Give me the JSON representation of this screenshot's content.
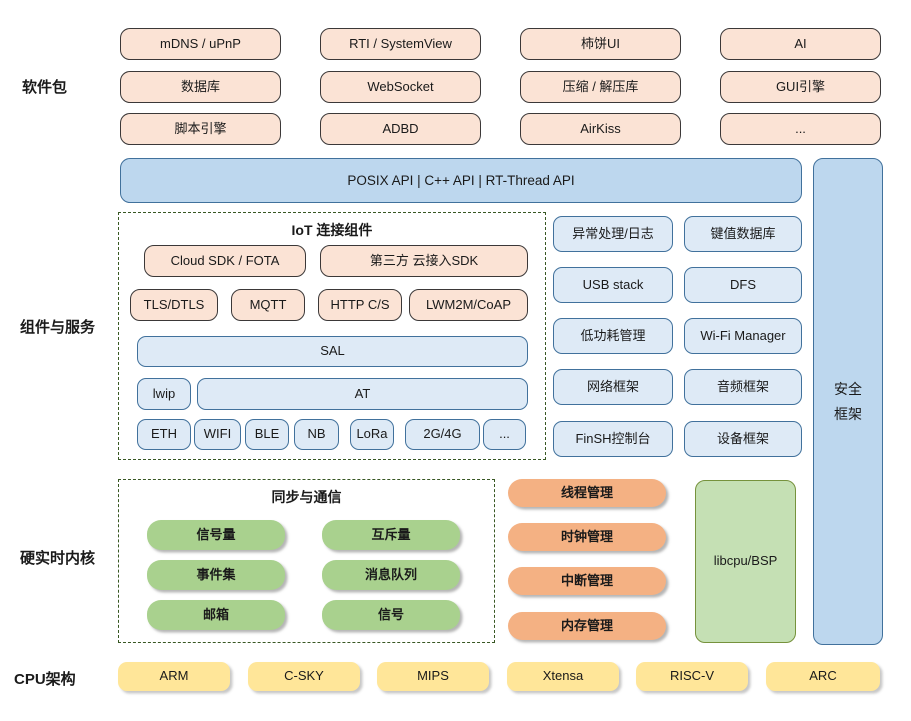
{
  "colors": {
    "canvas_bg": "#ffffff",
    "text": "#1a1a1a",
    "peach_fill": "#fbe3d5",
    "peach_border": "#3b3838",
    "blue_fill": "#deeaf6",
    "blue_border": "#41719c",
    "bar_fill": "#bdd7ee",
    "green_fill": "#a9d18e",
    "orange_fill": "#f4b183",
    "yellow_fill": "#ffe699",
    "libcpu_fill": "#c5e0b4",
    "libcpu_border": "#76923c",
    "dash_border": "#385723"
  },
  "side_labels": {
    "packages": "软件包",
    "components": "组件与服务",
    "kernel": "硬实时内核",
    "cpu": "CPU架构"
  },
  "packages": {
    "rows": [
      [
        "mDNS / uPnP",
        "RTI / SystemView",
        "柿饼UI",
        "AI"
      ],
      [
        "数据库",
        "WebSocket",
        "压缩 / 解压库",
        "GUI引擎"
      ],
      [
        "脚本引擎",
        "ADBD",
        "AirKiss",
        "..."
      ]
    ]
  },
  "api_bar": {
    "label": "POSIX API | C++ API | RT-Thread API"
  },
  "security_bar": {
    "lines": [
      "安全",
      "框架"
    ]
  },
  "iot": {
    "title": "IoT 连接组件",
    "cloud_sdk": "Cloud SDK / FOTA",
    "third_party_sdk": "第三方 云接入SDK",
    "protocols": [
      "TLS/DTLS",
      "MQTT",
      "HTTP C/S",
      "LWM2M/CoAP"
    ],
    "sal": "SAL",
    "lwip": "lwip",
    "at": "AT",
    "links": [
      "ETH",
      "WIFI",
      "BLE",
      "NB",
      "LoRa",
      "2G/4G",
      "..."
    ]
  },
  "services": {
    "rows": [
      [
        "异常处理/日志",
        "键值数据库"
      ],
      [
        "USB stack",
        "DFS"
      ],
      [
        "低功耗管理",
        "Wi-Fi Manager"
      ],
      [
        "网络框架",
        "音频框架"
      ],
      [
        "FinSH控制台",
        "设备框架"
      ]
    ]
  },
  "kernel": {
    "sync_title": "同步与通信",
    "sync_rows": [
      [
        "信号量",
        "互斥量"
      ],
      [
        "事件集",
        "消息队列"
      ],
      [
        "邮箱",
        "信号"
      ]
    ],
    "managers": [
      "线程管理",
      "时钟管理",
      "中断管理",
      "内存管理"
    ],
    "libcpu": "libcpu/BSP"
  },
  "cpu": {
    "items": [
      "ARM",
      "C-SKY",
      "MIPS",
      "Xtensa",
      "RISC-V",
      "ARC"
    ]
  }
}
